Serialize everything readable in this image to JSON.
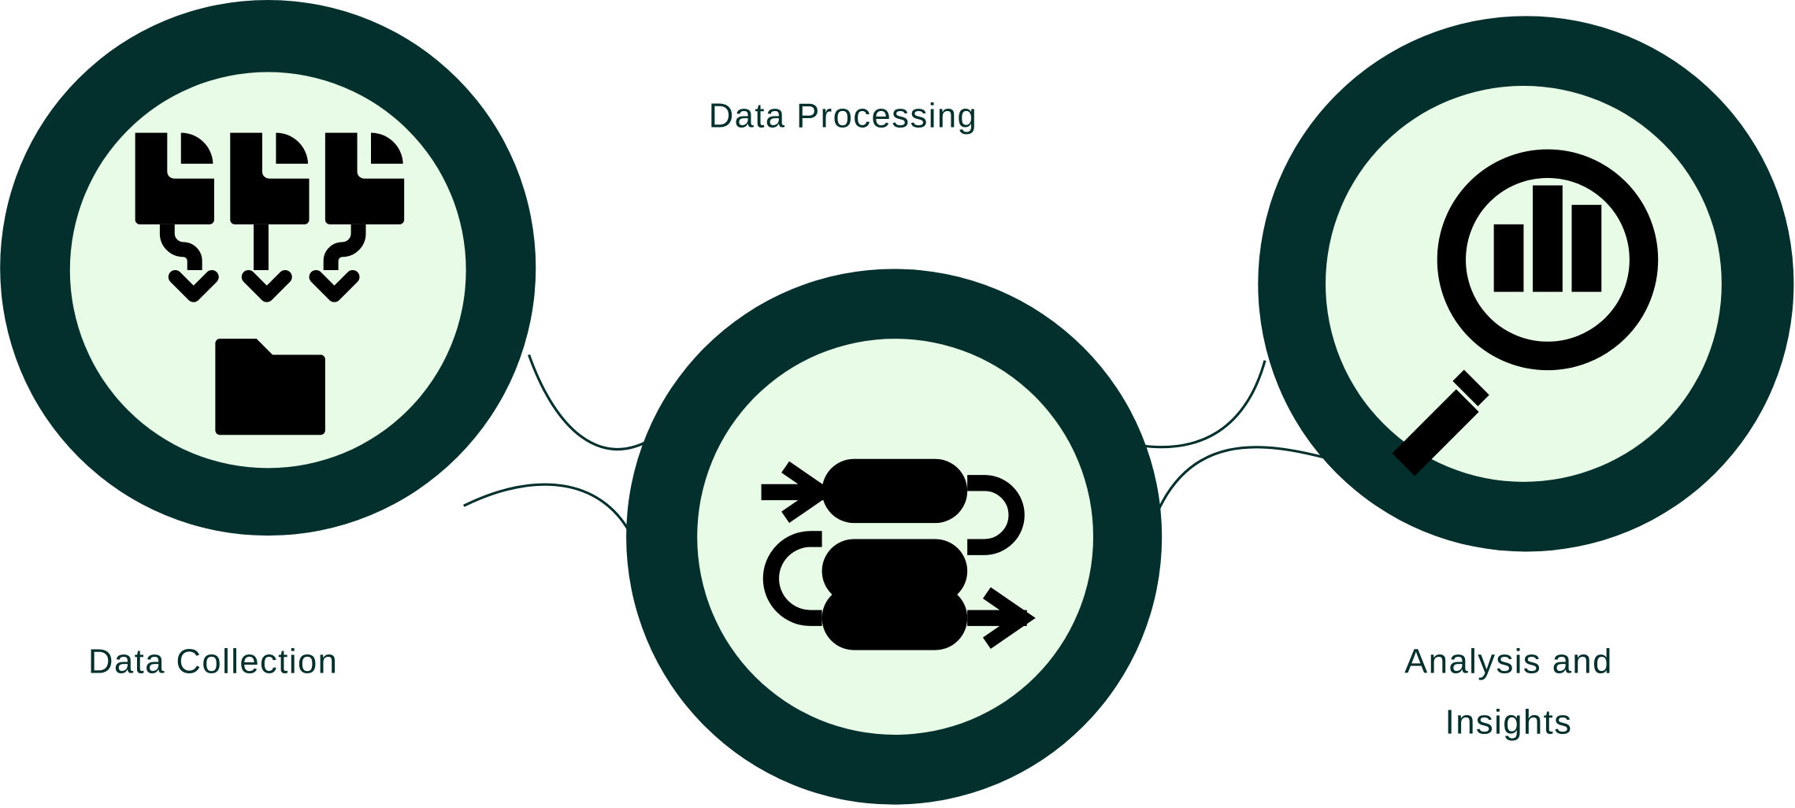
{
  "colors": {
    "ring": "#03302d",
    "fill": "#e8fbe6",
    "icon": "#000000",
    "text": "#03302d"
  },
  "steps": [
    {
      "label_lines": [
        "Data Collection"
      ],
      "icon": "files-to-folder-icon"
    },
    {
      "label_lines": [
        "Data Processing"
      ],
      "icon": "pipeline-flow-icon"
    },
    {
      "label_lines": [
        "Analysis and",
        "Insights"
      ],
      "icon": "magnifier-chart-icon"
    }
  ]
}
